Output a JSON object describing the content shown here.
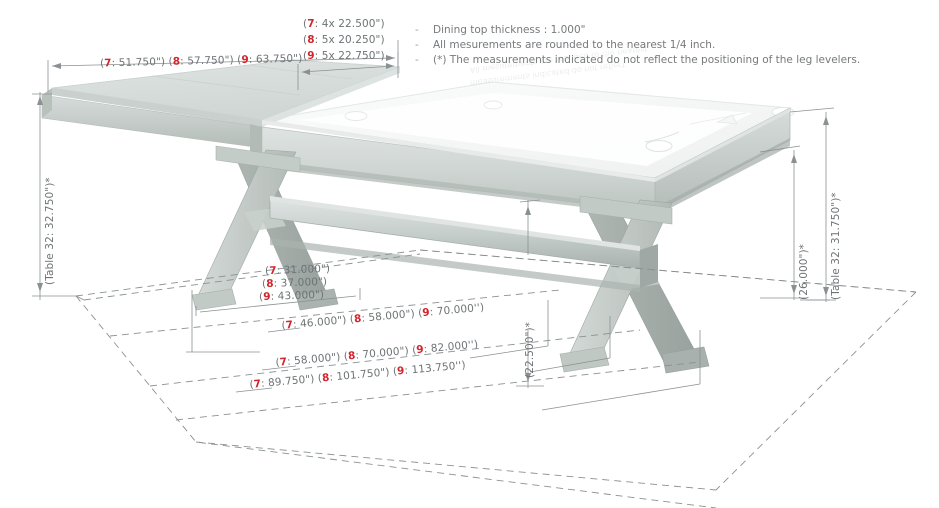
{
  "drawing": {
    "title": "Dining / pool table dimensioned isometric drawing",
    "units": "inches",
    "accent_red": "#d2262e",
    "dim_gray": "#6e7375",
    "body_gray": "#c3cac7"
  },
  "notes": {
    "bullet": "-",
    "lines": [
      "Dining top thickness : 1.000\"",
      "All mesurements are rounded to the nearest 1/4 inch.",
      "(*) The measurements indicated do not reflect the positioning of the leg levelers."
    ]
  },
  "dimensions": {
    "top_leaf_width": {
      "label": "top-leaf-width",
      "segments": [
        {
          "model": "7",
          "value": "51.750\""
        },
        {
          "model": "8",
          "value": "57.750\""
        },
        {
          "model": "9",
          "value": "63.750\""
        }
      ]
    },
    "leaf_count": {
      "label": "leaf-count-and-size",
      "segments": [
        {
          "model": "7",
          "value": "4x 22.500\""
        },
        {
          "model": "8",
          "value": "5x 20.250\""
        },
        {
          "model": "9",
          "value": "5x 22.750\""
        }
      ]
    },
    "left_table_height": {
      "label": "table-height-left",
      "text": "(Table 32: 32.750\")*"
    },
    "right_table_height": {
      "label": "table-height-right",
      "text": "(Table 32: 31.750\")*"
    },
    "right_underside_height": {
      "label": "underside-clearance-right",
      "text": "(26.000\")*"
    },
    "center_clearance": {
      "label": "center-clearance",
      "text": "(22.500\")*"
    },
    "foot_spread": {
      "label": "foot-spread",
      "segments": [
        {
          "model": "7",
          "value": "31.000\")"
        },
        {
          "model": "8",
          "value": "37.000\")"
        },
        {
          "model": "9",
          "value": "43.000\")"
        }
      ],
      "rows": [
        "(7: 31.000\")",
        "(8: 37.000\")",
        "(9: 43.000\")"
      ]
    },
    "base_spans": [
      {
        "label": "leg-center-span",
        "segments": [
          {
            "model": "7",
            "value": "46.000\""
          },
          {
            "model": "8",
            "value": "58.000\""
          },
          {
            "model": "9",
            "value": "70.000''"
          }
        ]
      },
      {
        "label": "stretcher-span",
        "segments": [
          {
            "model": "7",
            "value": "58.000\""
          },
          {
            "model": "8",
            "value": "70.000\""
          },
          {
            "model": "9",
            "value": "82.000''"
          }
        ]
      },
      {
        "label": "overall-length",
        "segments": [
          {
            "model": "7",
            "value": "89.750\""
          },
          {
            "model": "8",
            "value": "101.750\""
          },
          {
            "model": "9",
            "value": "113.750''"
          }
        ]
      }
    ]
  }
}
